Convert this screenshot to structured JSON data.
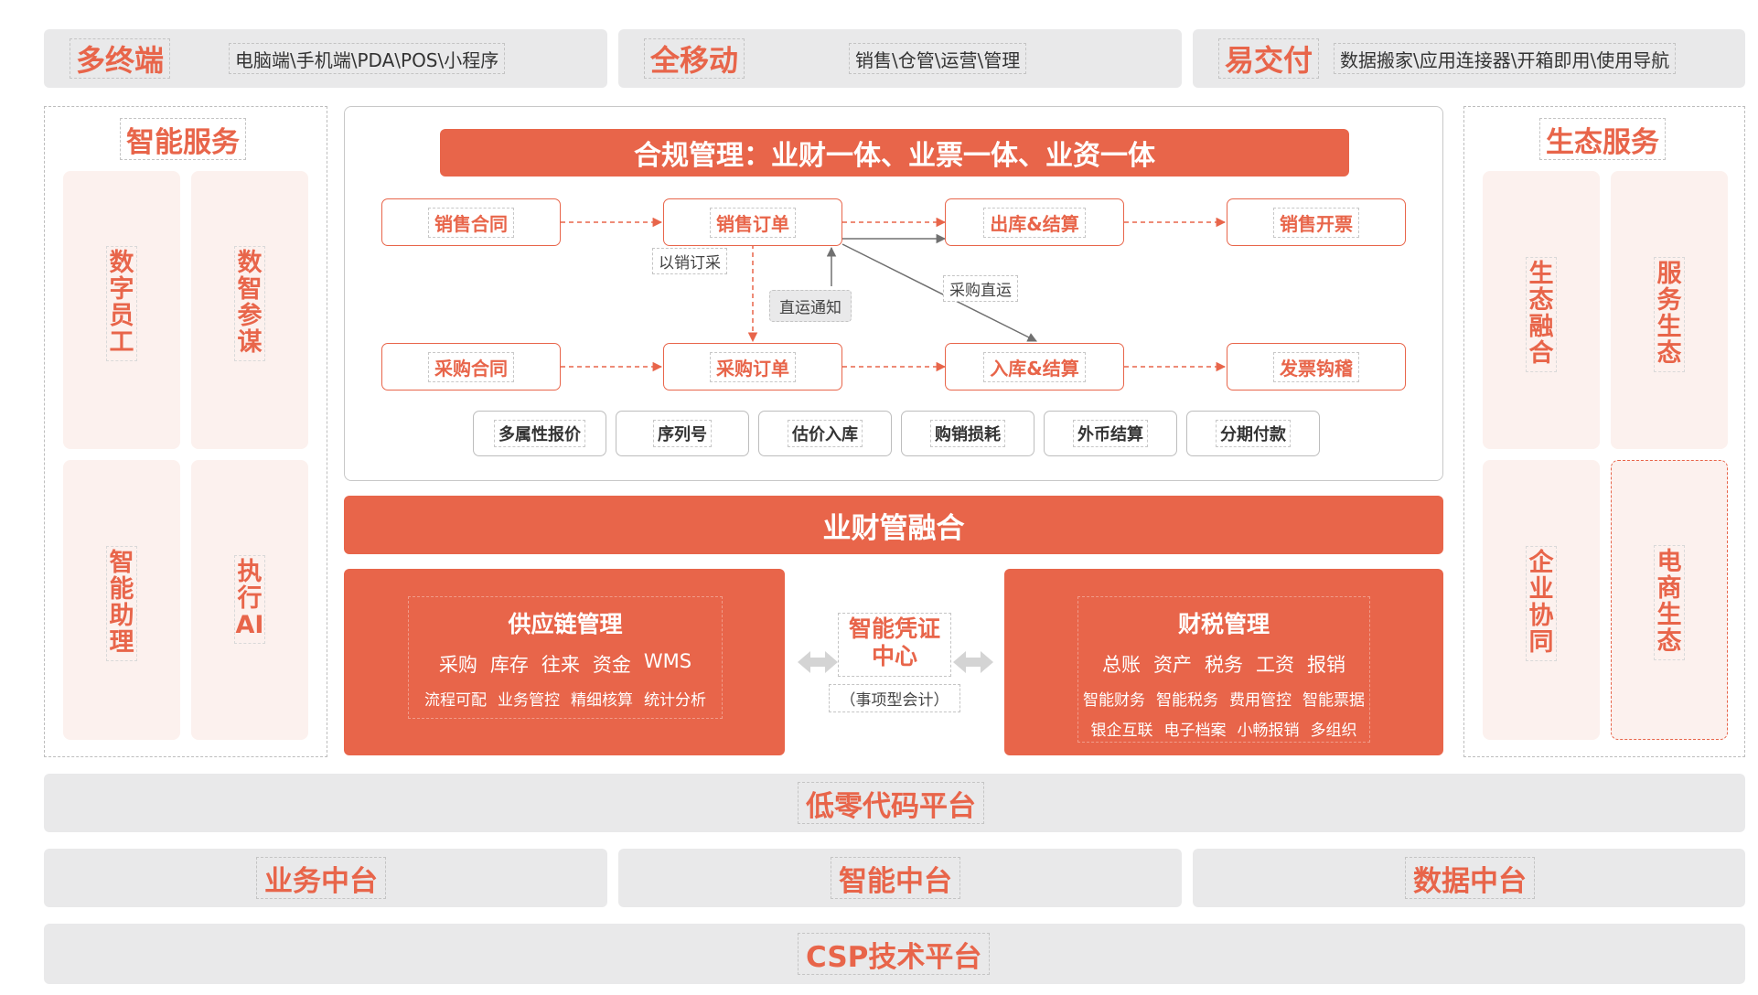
{
  "top_bars": [
    {
      "title": "多终端",
      "subtitle": "电脑端\\手机端\\PDA\\POS\\小程序"
    },
    {
      "title": "全移动",
      "subtitle": "销售\\仓管\\运营\\管理"
    },
    {
      "title": "易交付",
      "subtitle": "数据搬家\\应用连接器\\开箱即用\\使用导航"
    }
  ],
  "left_panel": {
    "title": "智能服务",
    "items": [
      "数字员工",
      "数智参谋",
      "智能助理",
      "执行AI"
    ]
  },
  "right_panel": {
    "title": "生态服务",
    "items": [
      "生态融合",
      "服务生态",
      "企业协同",
      "电商生态"
    ]
  },
  "compliance": {
    "banner": "合规管理：业财一体、业票一体、业资一体",
    "flow_top": [
      "销售合同",
      "销售订单",
      "出库&结算",
      "销售开票"
    ],
    "flow_bottom": [
      "采购合同",
      "采购订单",
      "入库&结算",
      "发票钩稽"
    ],
    "notes": {
      "sales_to_purchase": "以销订采",
      "direct_notice": "直运通知",
      "direct_purchase": "采购直运"
    },
    "features": [
      "多属性报价",
      "序列号",
      "估价入库",
      "购销损耗",
      "外币结算",
      "分期付款"
    ]
  },
  "integration_bar": "业财管融合",
  "supply_chain": {
    "title": "供应链管理",
    "line1": [
      "采购",
      "库存",
      "往来",
      "资金",
      "WMS"
    ],
    "line2": [
      "流程可配",
      "业务管控",
      "精细核算",
      "统计分析"
    ]
  },
  "voucher": {
    "title_line1": "智能凭证",
    "title_line2": "中心",
    "subtitle": "（事项型会计）"
  },
  "finance_tax": {
    "title": "财税管理",
    "line1": [
      "总账",
      "资产",
      "税务",
      "工资",
      "报销"
    ],
    "line2": [
      "智能财务",
      "智能税务",
      "费用管控",
      "智能票据"
    ],
    "line3": [
      "银企互联",
      "电子档案",
      "小畅报销",
      "多组织"
    ]
  },
  "lowcode": "低零代码平台",
  "middle_platforms": [
    "业务中台",
    "智能中台",
    "数据中台"
  ],
  "csp": "CSP技术平台",
  "colors": {
    "accent": "#e8654a",
    "panel_gray": "#e9e9ea",
    "pink": "#fcf1ee"
  }
}
